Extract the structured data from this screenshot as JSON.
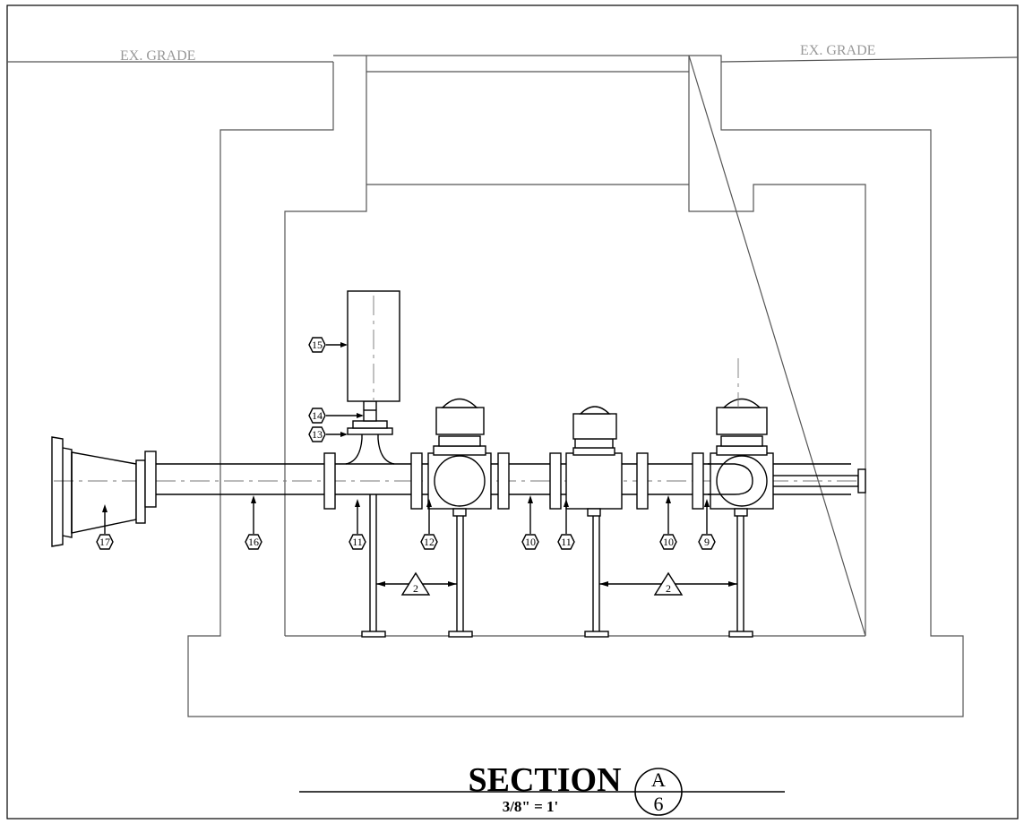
{
  "grade_labels": {
    "left": "EX. GRADE",
    "right": "EX. GRADE"
  },
  "callouts": [
    {
      "id": "tag-17",
      "text": "17"
    },
    {
      "id": "tag-16",
      "text": "16"
    },
    {
      "id": "tag-11a",
      "text": "11"
    },
    {
      "id": "tag-12",
      "text": "12"
    },
    {
      "id": "tag-10a",
      "text": "10"
    },
    {
      "id": "tag-11b",
      "text": "11"
    },
    {
      "id": "tag-10b",
      "text": "10"
    },
    {
      "id": "tag-9",
      "text": "9"
    },
    {
      "id": "tag-15",
      "text": "15"
    },
    {
      "id": "tag-14",
      "text": "14"
    },
    {
      "id": "tag-13",
      "text": "13"
    }
  ],
  "revision_marks": [
    {
      "text": "2"
    },
    {
      "text": "2"
    }
  ],
  "title_block": {
    "title": "SECTION",
    "scale": "3/8\" = 1'",
    "section_letter": "A",
    "sheet_number": "6"
  },
  "colors": {
    "structure": "#555555",
    "piping": "#000000",
    "grade_text": "#999999"
  }
}
